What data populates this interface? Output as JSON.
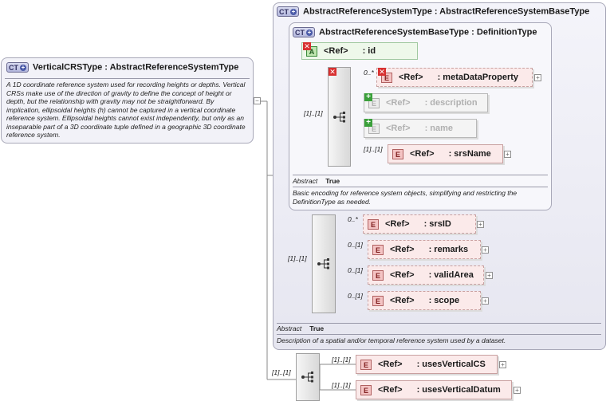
{
  "vertical_crs": {
    "badge": "CT",
    "title": "VerticalCRSType : AbstractReferenceSystemType",
    "doc": "A 1D coordinate reference system used for recording heights or depths. Vertical CRSs make use of the direction of gravity to define the concept of height or depth, but the relationship with gravity may not be straightforward. By implication, ellipsoidal heights (h) cannot be captured in a vertical coordinate reference system. Ellipsoidal heights cannot exist independently, but only as an inseparable part of a 3D coordinate tuple defined in a geographic 3D coordinate reference system.",
    "collapse": "−"
  },
  "ars_type": {
    "badge": "CT",
    "title": "AbstractReferenceSystemType : AbstractReferenceSystemBaseType",
    "abstract_key": "Abstract",
    "abstract_val": "True",
    "doc": "Description of a spatial and/or temporal reference system used by a dataset."
  },
  "arsb_type": {
    "badge": "CT",
    "title": "AbstractReferenceSystemBaseType : DefinitionType",
    "abstract_key": "Abstract",
    "abstract_val": "True",
    "doc": "Basic encoding for reference system objects, simplifying and restricting the DefinitionType as needed.",
    "attr": {
      "badge": "A",
      "ref": "<Ref>",
      "name": ": id"
    },
    "seq_card": "[1]..[1]",
    "elements": [
      {
        "card": "0..*",
        "badge": "E",
        "ref": "<Ref>",
        "name": ": metaDataProperty"
      },
      {
        "card": "",
        "badge": "E",
        "ref": "<Ref>",
        "name": ": description"
      },
      {
        "card": "",
        "badge": "E",
        "ref": "<Ref>",
        "name": ": name"
      },
      {
        "card": "[1]..[1]",
        "badge": "E",
        "ref": "<Ref>",
        "name": ": srsName"
      }
    ]
  },
  "ars_seq": {
    "card": "[1]..[1]",
    "elements": [
      {
        "card": "0..*",
        "badge": "E",
        "ref": "<Ref>",
        "name": ": srsID"
      },
      {
        "card": "0..[1]",
        "badge": "E",
        "ref": "<Ref>",
        "name": ": remarks"
      },
      {
        "card": "0..[1]",
        "badge": "E",
        "ref": "<Ref>",
        "name": ": validArea"
      },
      {
        "card": "0..[1]",
        "badge": "E",
        "ref": "<Ref>",
        "name": ": scope"
      }
    ]
  },
  "vcrs_seq": {
    "card": "[1]..[1]",
    "elements": [
      {
        "card": "[1]..[1]",
        "badge": "E",
        "ref": "<Ref>",
        "name": ": usesVerticalCS"
      },
      {
        "card": "[1]..[1]",
        "badge": "E",
        "ref": "<Ref>",
        "name": ": usesVerticalDatum"
      }
    ]
  },
  "expand_glyph": "+",
  "x_glyph": "✕",
  "plus_glyph": "+"
}
